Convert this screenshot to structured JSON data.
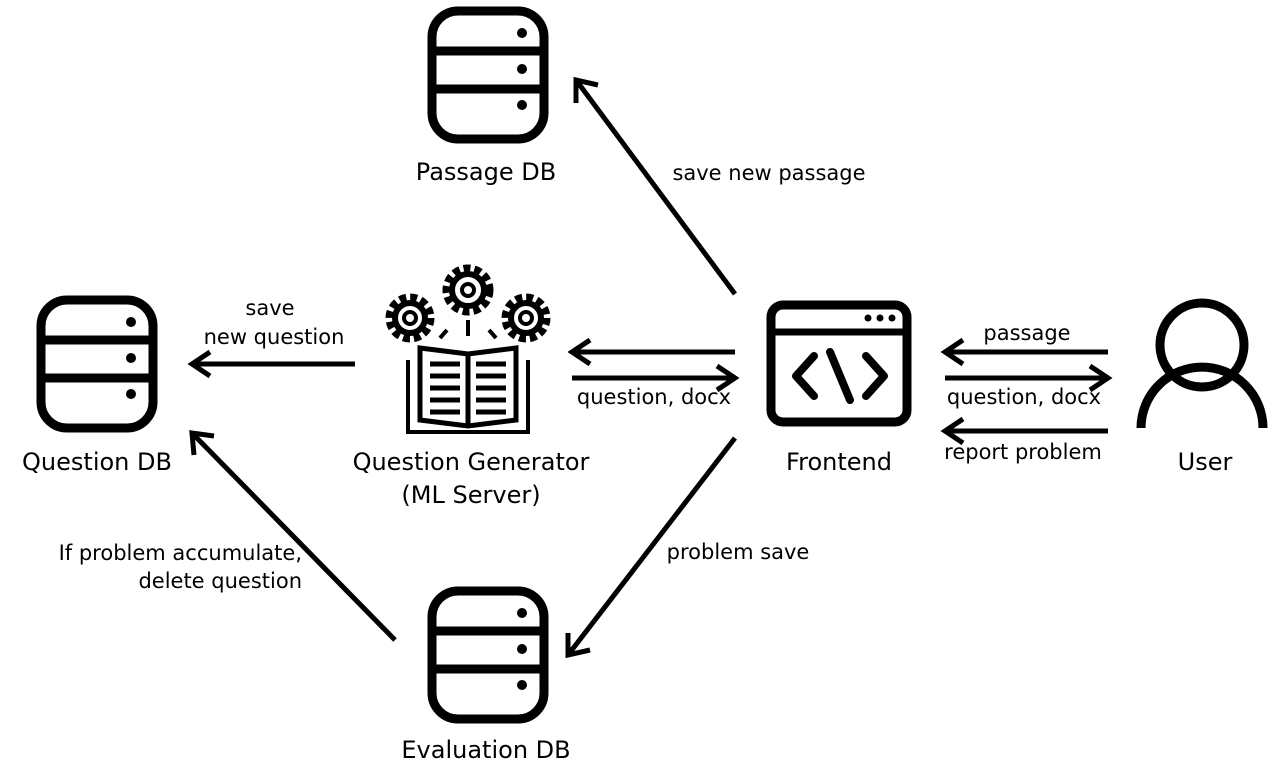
{
  "nodes": {
    "passage_db": "Passage DB",
    "question_db": "Question DB",
    "question_generator_line1": "Question Generator",
    "question_generator_line2": "(ML Server)",
    "frontend": "Frontend",
    "user": "User",
    "evaluation_db": "Evaluation DB"
  },
  "edges": {
    "save_new_passage": "save new passage",
    "save_new_question_line1": "save",
    "save_new_question_line2": "new question",
    "generator_frontend": "question, docx",
    "user_passage": "passage",
    "user_question_docx": "question, docx",
    "user_report_problem": "report problem",
    "problem_save": "problem save",
    "delete_line1": "If problem accumulate,",
    "delete_line2": "delete question"
  },
  "colors": {
    "stroke": "#000000",
    "background": "#ffffff"
  }
}
